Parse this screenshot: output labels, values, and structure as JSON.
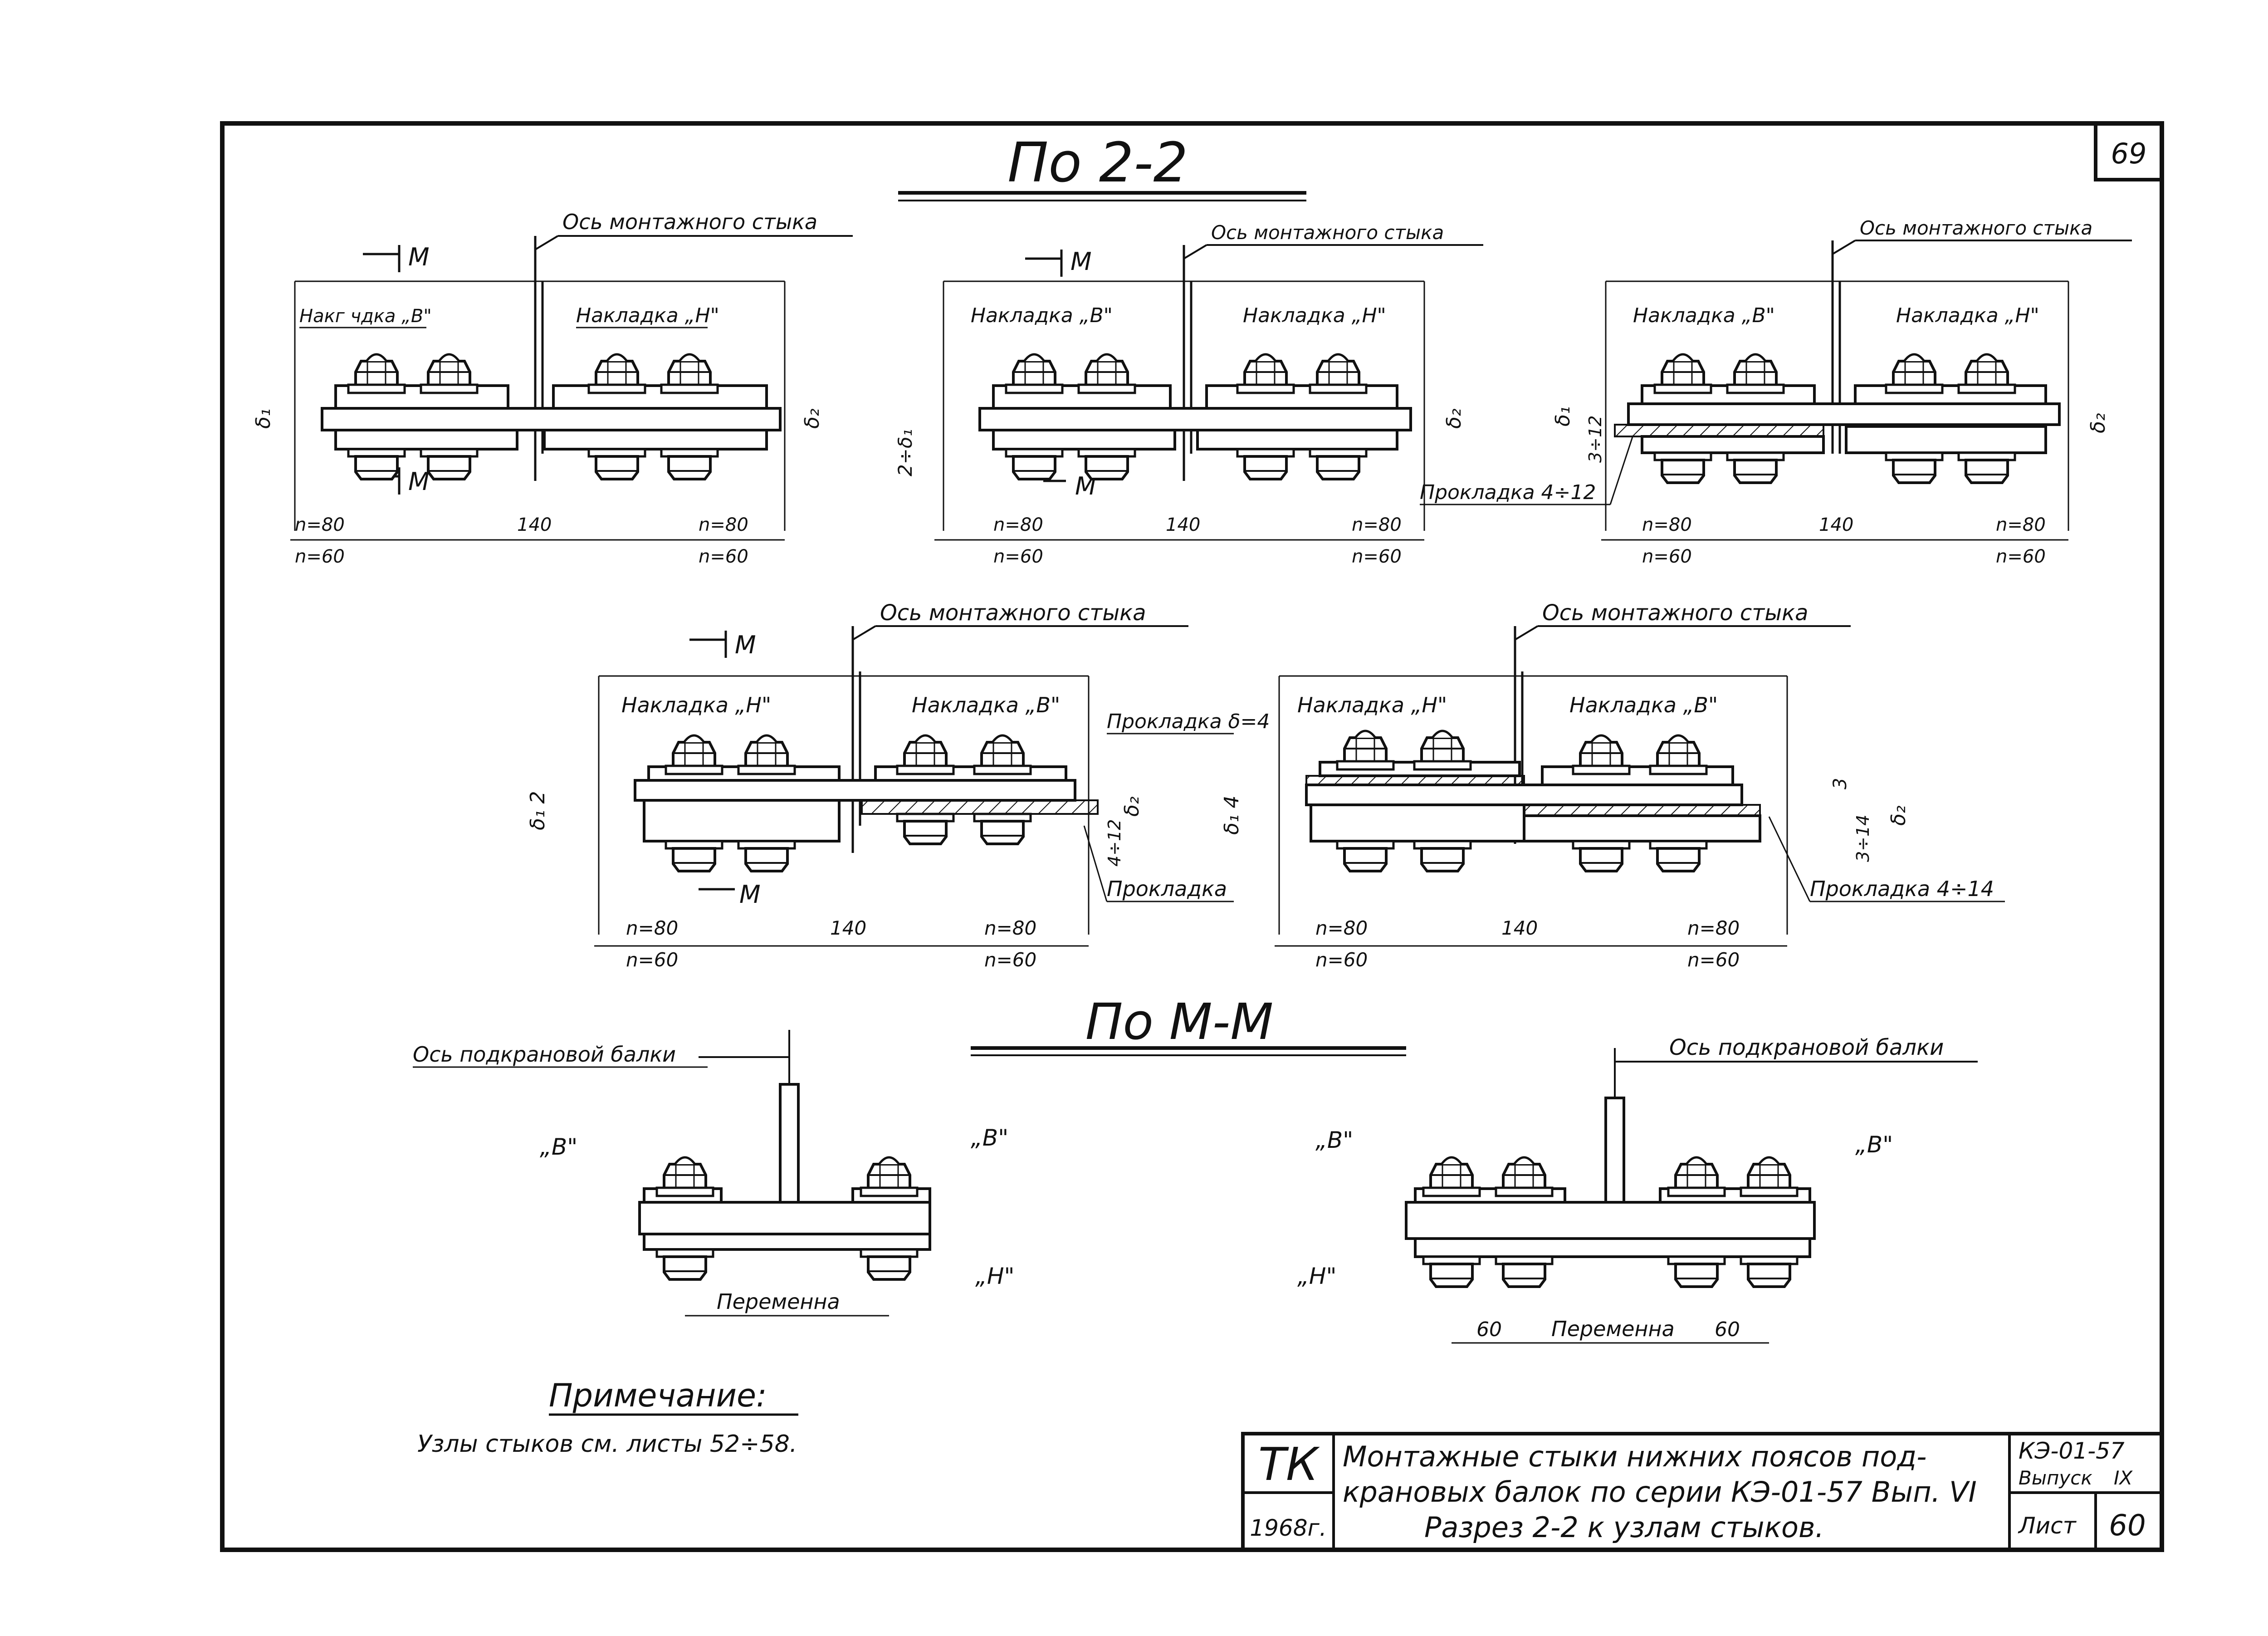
{
  "sheet_number": "69",
  "section_2_2": {
    "title": "По 2-2",
    "joint_axis_label": "Ось монтажного стыка",
    "cut_marker": "М",
    "plate_top_label": "Накладка „В\"",
    "plate_top_label_first": "Накг чдка „В\"",
    "plate_bottom_label": "Накладка „Н\"",
    "thickness_left": "δ₁",
    "thickness_right": "δ₂",
    "gap_label": "2÷δ₁",
    "gap_label_3": "3÷12",
    "gap_label_4": "4÷12",
    "gap_label_5": "3÷14",
    "delta_12": "δ₁ 2",
    "delta_14": "δ₁ 4",
    "small_3": "3",
    "spacer_label_1": "Прокладка 4÷12",
    "spacer_label_2": "Прокладка",
    "spacer_label_3": "Прокладка 4÷14",
    "spacer_label_delta": "Прокладка δ=4",
    "dim_n80": "n=80",
    "dim_n60": "n=60",
    "dim_140": "140"
  },
  "section_m_m": {
    "title": "По М-М",
    "beam_axis_label": "Ось подкрановой балки",
    "plate_b": "„В\"",
    "plate_h": "„Н\"",
    "variable": "Переменна",
    "dim_60": "60"
  },
  "note": {
    "title": "Примечание:",
    "text": "Узлы стыков см. листы 52÷58."
  },
  "title_block": {
    "org": "ТК",
    "year": "1968г.",
    "title_line1": "Монтажные стыки нижних поясов под-",
    "title_line2": "крановых балок по серии КЭ-01-57 Вып. VI",
    "title_line3": "Разрез 2-2 к узлам стыков.",
    "series": "КЭ-01-57",
    "issue_label": "Выпуск",
    "issue": "IX",
    "sheet_label": "Лист",
    "sheet": "60"
  }
}
